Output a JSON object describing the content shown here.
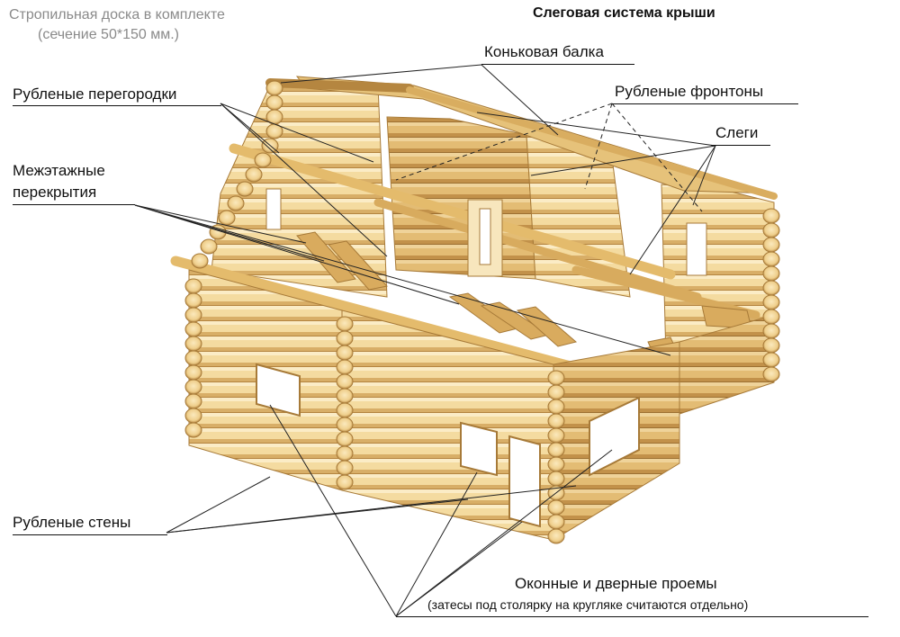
{
  "title": "Слеговая система крыши",
  "rafter_note": {
    "line1": "Стропильная доска в комплекте",
    "line2": "(сечение 50*150 мм.)"
  },
  "labels": {
    "ridge_beam": "Коньковая балка",
    "chopped_partitions": "Рубленые перегородки",
    "chopped_gables": "Рубленые фронтоны",
    "purlins": "Слеги",
    "floors_line1": "Межэтажные",
    "floors_line2": "перекрытия",
    "chopped_walls": "Рубленые стены",
    "openings_line1": "Оконные и дверные проемы",
    "openings_line2": "(затесы под столярку на кругляке считаются отдельно)"
  },
  "colors": {
    "log_light": "#f6dfa6",
    "log_mid": "#e9c67c",
    "log_dark": "#c99a4e",
    "log_end": "#f3d48f",
    "leader_line": "#222222"
  }
}
